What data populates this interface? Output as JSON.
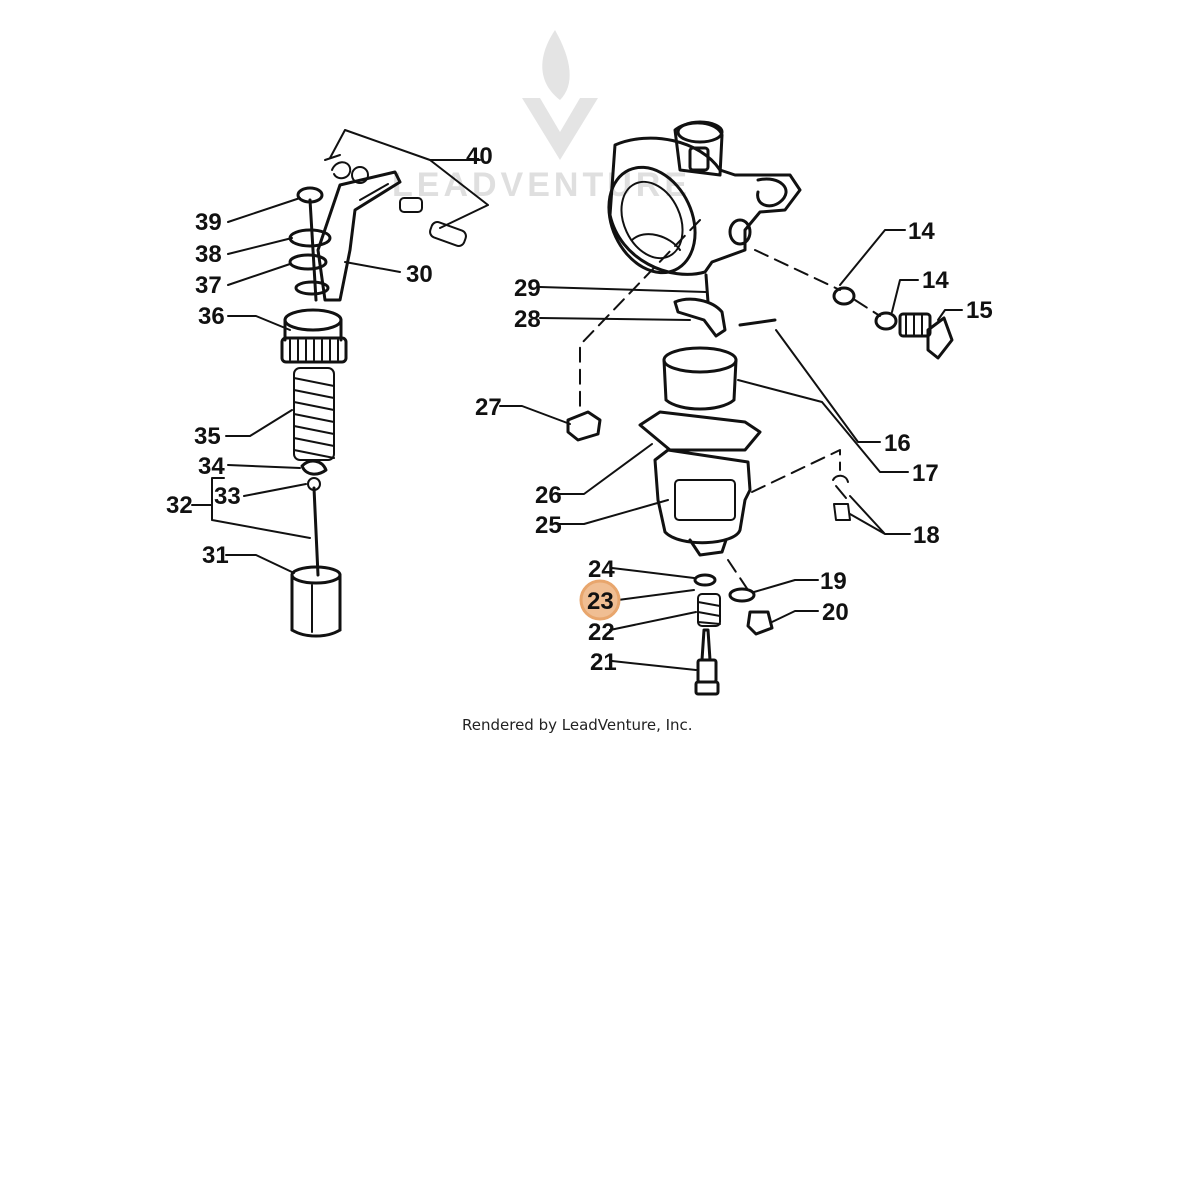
{
  "watermark_text": "LEADVENTURE",
  "footer": "Rendered by LeadVenture, Inc.",
  "highlight_color": "#e8a66d",
  "callouts": [
    {
      "id": "c40",
      "label": "40"
    },
    {
      "id": "c39",
      "label": "39"
    },
    {
      "id": "c38",
      "label": "38"
    },
    {
      "id": "c37",
      "label": "37"
    },
    {
      "id": "c36",
      "label": "36"
    },
    {
      "id": "c35",
      "label": "35"
    },
    {
      "id": "c34",
      "label": "34"
    },
    {
      "id": "c33",
      "label": "33"
    },
    {
      "id": "c32",
      "label": "32"
    },
    {
      "id": "c31",
      "label": "31"
    },
    {
      "id": "c30",
      "label": "30"
    },
    {
      "id": "c29",
      "label": "29"
    },
    {
      "id": "c28",
      "label": "28"
    },
    {
      "id": "c27",
      "label": "27"
    },
    {
      "id": "c26",
      "label": "26"
    },
    {
      "id": "c25",
      "label": "25"
    },
    {
      "id": "c24",
      "label": "24"
    },
    {
      "id": "c23",
      "label": "23",
      "highlighted": true
    },
    {
      "id": "c22",
      "label": "22"
    },
    {
      "id": "c21",
      "label": "21"
    },
    {
      "id": "c20",
      "label": "20"
    },
    {
      "id": "c19",
      "label": "19"
    },
    {
      "id": "c18",
      "label": "18"
    },
    {
      "id": "c17",
      "label": "17"
    },
    {
      "id": "c16",
      "label": "16"
    },
    {
      "id": "c15",
      "label": "15"
    },
    {
      "id": "c14a",
      "label": "14"
    },
    {
      "id": "c14b",
      "label": "14"
    }
  ]
}
